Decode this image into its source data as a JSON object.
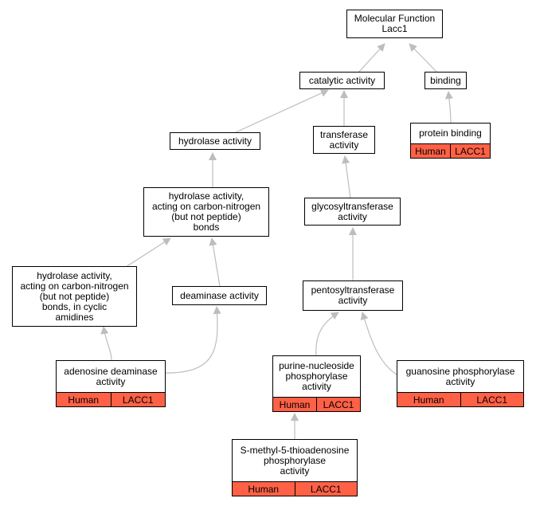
{
  "colors": {
    "annotation_fill": "#ff6146",
    "edge": "#bdbdbd",
    "border": "#000000"
  },
  "nodes": {
    "mf": {
      "label": "Molecular Function\nLacc1"
    },
    "cat": {
      "label": "catalytic activity"
    },
    "bind": {
      "label": "binding"
    },
    "pb": {
      "label": "protein binding",
      "species": "Human",
      "gene": "LACC1"
    },
    "hyd": {
      "label": "hydrolase activity"
    },
    "trans": {
      "label": "transferase\nactivity"
    },
    "hcn": {
      "label": "hydrolase activity,\nacting on carbon-nitrogen\n(but not peptide)\nbonds"
    },
    "glyc": {
      "label": "glycosyltransferase\nactivity"
    },
    "hcnc": {
      "label": "hydrolase activity,\nacting on carbon-nitrogen\n(but not peptide)\nbonds, in cyclic\namidines"
    },
    "deam": {
      "label": "deaminase activity"
    },
    "pent": {
      "label": "pentosyltransferase\nactivity"
    },
    "ada": {
      "label": "adenosine deaminase\nactivity",
      "species": "Human",
      "gene": "LACC1"
    },
    "pnp": {
      "label": "purine-nucleoside\nphosphorylase\nactivity",
      "species": "Human",
      "gene": "LACC1"
    },
    "gp": {
      "label": "guanosine phosphorylase\nactivity",
      "species": "Human",
      "gene": "LACC1"
    },
    "mtap": {
      "label": "S-methyl-5-thioadenosine\nphosphorylase\nactivity",
      "species": "Human",
      "gene": "LACC1"
    }
  }
}
